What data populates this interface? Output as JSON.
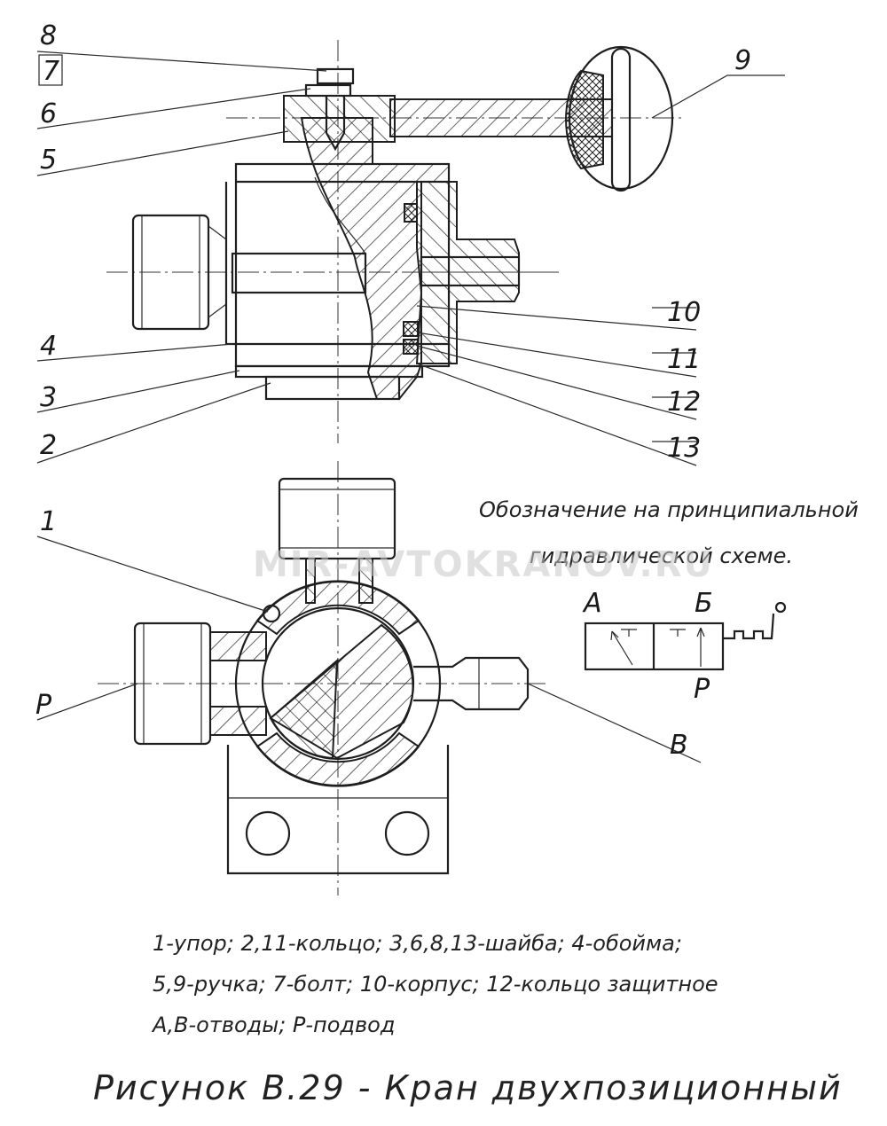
{
  "labels": {
    "l1": "1",
    "l2": "2",
    "l3": "3",
    "l4": "4",
    "l5": "5",
    "l6": "6",
    "l7": "7",
    "l8": "8",
    "l9": "9",
    "l10": "10",
    "l11": "11",
    "l12": "12",
    "l13": "13",
    "P_left": "P",
    "B_right": "B"
  },
  "scheme": {
    "title_line1": "Обозначение на принципиальной",
    "title_line2": "гидравлической схеме.",
    "port_A": "A",
    "port_B": "Б",
    "port_P": "P"
  },
  "watermark": "MIR-AVTOKRANOV.RU",
  "legend": {
    "line1": "1-упор; 2,11-кольцо; 3,6,8,13-шайба; 4-обойма;",
    "line2": "5,9-ручка; 7-болт; 10-корпус; 12-кольцо защитное",
    "line3": "А,В-отводы; Р-подвод"
  },
  "caption": "Рисунок В.29 - Кран двухпозиционный"
}
